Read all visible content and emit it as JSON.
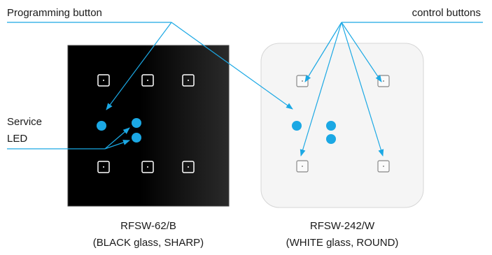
{
  "labels": {
    "programming_button": "Programming button",
    "control_buttons": "control buttons",
    "service_led_line1": "Service",
    "service_led_line2": "LED"
  },
  "devices": [
    {
      "model": "RFSW-62/B",
      "variant": "(BLACK glass, SHARP)",
      "glass_color": "#000000",
      "button_count": 6
    },
    {
      "model": "RFSW-242/W",
      "variant": "(WHITE glass, ROUND)",
      "glass_color": "#f5f5f5",
      "button_count": 4
    }
  ],
  "colors": {
    "accent": "#1ba8e4",
    "led": "#1ba8e4",
    "black_button_outline": "#ffffff",
    "white_button_outline": "#888888"
  }
}
